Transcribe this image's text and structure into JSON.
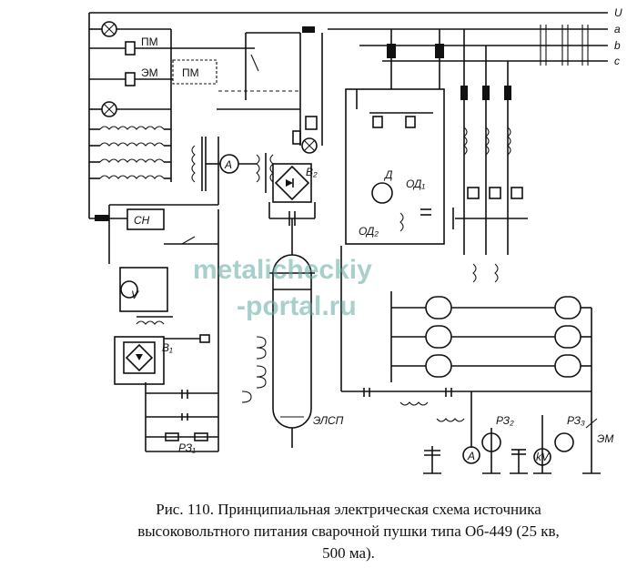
{
  "labels": {
    "bus_u": "U",
    "bus_a": "a",
    "bus_b": "b",
    "bus_c": "c",
    "pm_top": "ПМ",
    "em_top": "ЭМ",
    "pm_box": "ПМ",
    "sn": "СН",
    "v": "V",
    "b1": "В₁",
    "b2": "В₂",
    "a_meter": "A",
    "d": "Д",
    "od1": "ОД₁",
    "od2": "ОД₂",
    "rz1": "РЗ₁",
    "rz2": "РЗ₂",
    "rz3": "РЗ₃",
    "em_right": "ЭМ",
    "elsp": "ЭЛСП",
    "a_bottom": "A",
    "kv": "kV"
  },
  "watermark": {
    "line1": "metalicheckiy",
    "line2": "-portal.ru"
  },
  "caption": {
    "line1": "Рис. 110. Принципиальная электрическая схема источника",
    "line2": "высоковольтного питания сварочной пушки типа Об-449 (25 кв,",
    "line3": "500 ма)."
  }
}
